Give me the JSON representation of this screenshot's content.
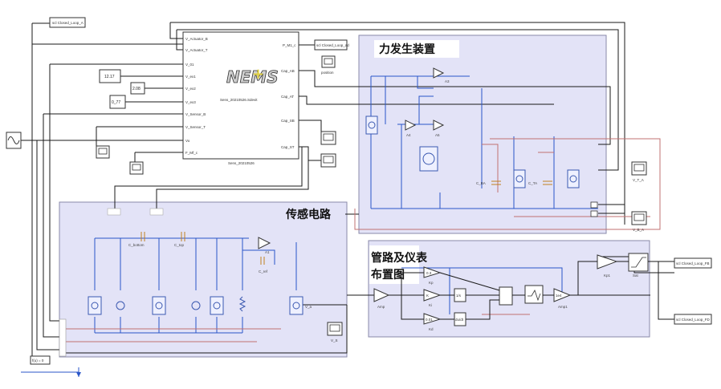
{
  "subsystems": {
    "force": {
      "title": "力发生装置"
    },
    "sensing": {
      "title": "传感电路"
    },
    "pipe": {
      "title_line1": "管路及仪表",
      "title_line2": "布置图"
    }
  },
  "model_block": {
    "name": "Sens_20210526",
    "caption": "Sens_20210526.Sdevit",
    "logo": "NEMS",
    "inputs": [
      "V_Actuator_B",
      "V_Actuator_T",
      "V_01",
      "V_ex1",
      "V_ex2",
      "V_ex3",
      "V_Sensor_B",
      "V_Sensor_T",
      "Vo",
      "F_Mf_c"
    ],
    "outputs": [
      "P_M1_c",
      "Cap_AB",
      "Cap_AT",
      "Cap_SB",
      "Cap_ST"
    ]
  },
  "constants": [
    "12.17",
    "2.08",
    "0_77"
  ],
  "scopes": {
    "top_left": "scl Closed_Loop_A",
    "top_right": "scl Closed_Loop_ad",
    "mid_right_1": "scl Closed_Loop_FB",
    "mid_right_2": "scl Closed_Loop_FD"
  },
  "labels": {
    "position": "position",
    "vs": "V_S",
    "vta": "V_T_A",
    "vba": "V_B_A",
    "c_bottom": "C_bottom",
    "c_top": "C_top",
    "c_ref": "C_ref",
    "c_ba": "C_BA",
    "c_ta": "C_TA",
    "ramp_source": "f(u) = 0",
    "v_a": "V_a",
    "a1": "A1",
    "a3": "A3",
    "a4": "A4",
    "a5": "A5",
    "amp": "Amp",
    "amp1": "Amp1",
    "kp": "Kp",
    "ki": "Ki",
    "kd": "Kd",
    "kp1": "Kp1",
    "gain_p": "0.3",
    "gain_i": "K",
    "gain_d": "0.01",
    "int": "1/s",
    "der": "du/dt",
    "sat": "Sat",
    "sum_val": "1e4"
  }
}
